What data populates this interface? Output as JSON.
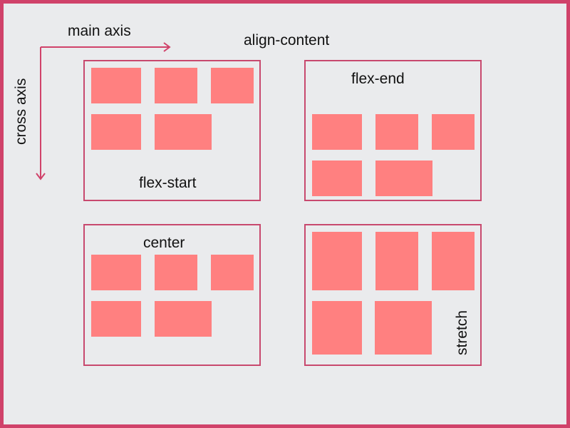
{
  "axis_labels": {
    "main_axis": "main axis",
    "cross_axis": "cross axis",
    "property": "align-content"
  },
  "panels": {
    "flex_start": {
      "label": "flex-start"
    },
    "flex_end": {
      "label": "flex-end"
    },
    "center": {
      "label": "center"
    },
    "stretch": {
      "label": "stretch"
    }
  },
  "colors": {
    "frame": "#d0426a",
    "background": "#eaebed",
    "panel_border": "#c8496e",
    "box_fill": "#ff8080",
    "arrow": "#d0426a"
  }
}
